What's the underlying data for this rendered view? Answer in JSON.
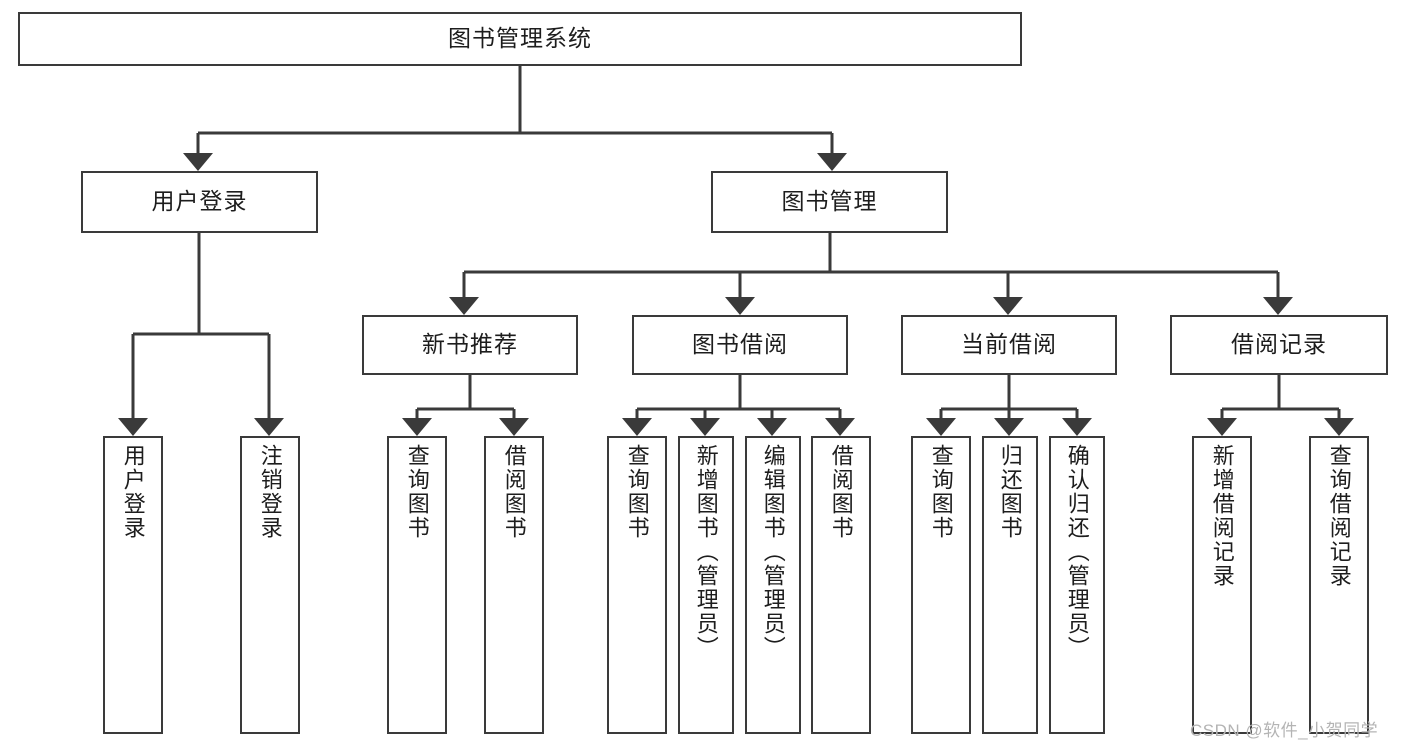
{
  "diagram": {
    "title": "图书管理系统",
    "watermark": "CSDN @软件_小贺同学",
    "stroke_color": "#3a3a3a",
    "background_color": "#ffffff",
    "text_color": "#1d1d1d",
    "root": {
      "label": "图书管理系统"
    },
    "level2": [
      {
        "label": "用户登录"
      },
      {
        "label": "图书管理"
      }
    ],
    "level3": [
      {
        "label": "新书推荐"
      },
      {
        "label": "图书借阅"
      },
      {
        "label": "当前借阅"
      },
      {
        "label": "借阅记录"
      }
    ],
    "leaves": [
      {
        "label": "用户登录",
        "parent": "用户登录"
      },
      {
        "label": "注销登录",
        "parent": "用户登录"
      },
      {
        "label": "查询图书",
        "parent": "新书推荐"
      },
      {
        "label": "借阅图书",
        "parent": "新书推荐"
      },
      {
        "label": "查询图书",
        "parent": "图书借阅"
      },
      {
        "label": "新增图书（管理员）",
        "parent": "图书借阅"
      },
      {
        "label": "编辑图书（管理员）",
        "parent": "图书借阅"
      },
      {
        "label": "借阅图书",
        "parent": "图书借阅"
      },
      {
        "label": "查询图书",
        "parent": "当前借阅"
      },
      {
        "label": "归还图书",
        "parent": "当前借阅"
      },
      {
        "label": "确认归还（管理员）",
        "parent": "当前借阅"
      },
      {
        "label": "新增借阅记录",
        "parent": "借阅记录"
      },
      {
        "label": "查询借阅记录",
        "parent": "借阅记录"
      }
    ]
  }
}
